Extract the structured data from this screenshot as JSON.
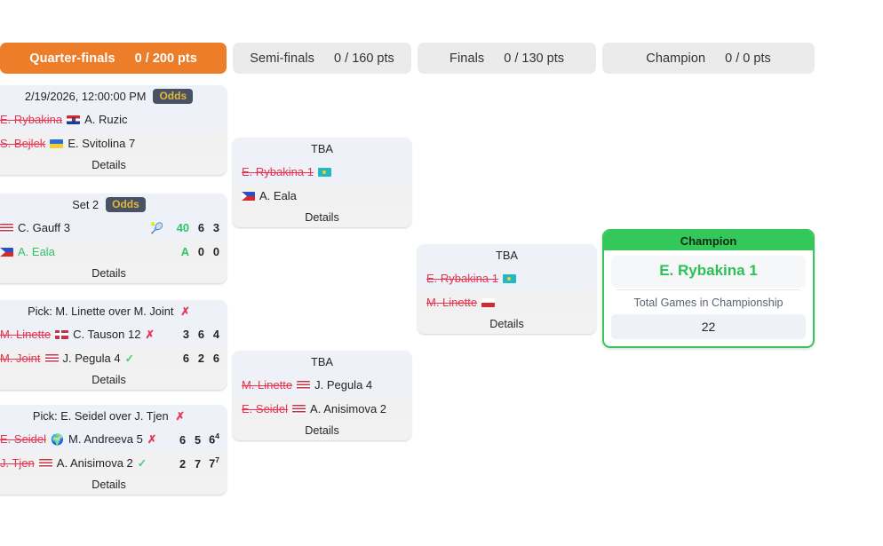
{
  "rounds": [
    {
      "name": "Quarter-finals",
      "points": "0 / 200 pts",
      "active": true
    },
    {
      "name": "Semi-finals",
      "points": "0 / 160 pts",
      "active": false
    },
    {
      "name": "Finals",
      "points": "0 / 130 pts",
      "active": false
    },
    {
      "name": "Champion",
      "points": "0 / 0 pts",
      "active": false
    }
  ],
  "labels": {
    "details": "Details",
    "odds": "Odds",
    "tba": "TBA",
    "correct_mark": "✓",
    "wrong_mark": "✗",
    "serve_icon": "🎾"
  },
  "quarterfinals": [
    {
      "header": {
        "text": "2/19/2026, 12:00:00 PM",
        "odds": "Odds",
        "mark": ""
      },
      "rows": [
        {
          "loser": "E. Rybakina",
          "flag": "hr",
          "name": "A. Ruzic",
          "mark": "",
          "scores": []
        },
        {
          "loser": "S. Bejlek",
          "flag": "ua",
          "name": "E. Svitolina 7",
          "mark": "",
          "scores": []
        }
      ],
      "details": "Details"
    },
    {
      "header": {
        "text": "Set 2",
        "odds": "Odds",
        "mark": ""
      },
      "rows": [
        {
          "loser": "",
          "flag": "us",
          "name": "C. Gauff 3",
          "mark": "",
          "serving": true,
          "point": "40",
          "scores": [
            "6",
            "3"
          ]
        },
        {
          "loser": "",
          "flag": "ph",
          "name": "A. Eala",
          "mark": "",
          "green_name": true,
          "point": "A",
          "scores": [
            "0",
            "0"
          ]
        }
      ],
      "details": "Details"
    },
    {
      "header": {
        "text": "Pick: M. Linette over M. Joint",
        "odds": "",
        "mark": "✗"
      },
      "rows": [
        {
          "loser": "M. Linette",
          "flag": "dk",
          "name": "C. Tauson 12",
          "mark": "✗",
          "scores": [
            "3",
            "6",
            "4"
          ]
        },
        {
          "loser": "M. Joint",
          "flag": "us",
          "name": "J. Pegula 4",
          "mark": "✓",
          "scores": [
            "6",
            "2",
            "6"
          ]
        }
      ],
      "details": "Details"
    },
    {
      "header": {
        "text": "Pick: E. Seidel over J. Tjen",
        "odds": "",
        "mark": "✗"
      },
      "rows": [
        {
          "loser": "E. Seidel",
          "flag": "globe",
          "name": "M. Andreeva 5",
          "mark": "✗",
          "scores": [
            "6",
            "5",
            "6"
          ],
          "tiebreaks": [
            "",
            "",
            "4"
          ]
        },
        {
          "loser": "J. Tjen",
          "flag": "us",
          "name": "A. Anisimova 2",
          "mark": "✓",
          "scores": [
            "2",
            "7",
            "7"
          ],
          "tiebreaks": [
            "",
            "",
            "7"
          ]
        }
      ],
      "details": "Details"
    }
  ],
  "semifinals": [
    {
      "header": {
        "text": "TBA",
        "odds": "",
        "mark": ""
      },
      "rows": [
        {
          "loser": "E. Rybakina 1",
          "flag": "kz",
          "name": "",
          "mark": "",
          "scores": []
        },
        {
          "loser": "",
          "flag": "ph",
          "name": "A. Eala",
          "mark": "",
          "scores": []
        }
      ],
      "details": "Details"
    },
    {
      "header": {
        "text": "TBA",
        "odds": "",
        "mark": ""
      },
      "rows": [
        {
          "loser": "M. Linette",
          "flag": "us",
          "name": "J. Pegula 4",
          "mark": "",
          "scores": []
        },
        {
          "loser": "E. Seidel",
          "flag": "us",
          "name": "A. Anisimova 2",
          "mark": "",
          "scores": []
        }
      ],
      "details": "Details"
    }
  ],
  "finals": [
    {
      "header": {
        "text": "TBA",
        "odds": "",
        "mark": ""
      },
      "rows": [
        {
          "loser": "E. Rybakina 1",
          "flag": "kz",
          "name": "",
          "mark": "",
          "scores": []
        },
        {
          "loser": "M. Linette",
          "flag": "pl",
          "name": "",
          "mark": "",
          "scores": []
        }
      ],
      "details": "Details"
    }
  ],
  "champion": {
    "title": "Champion",
    "name": "E. Rybakina 1",
    "stat_label": "Total Games in Championship",
    "stat_value": "22"
  },
  "colors": {
    "accent_active": "#ed7d28",
    "loser_red": "#e8344e",
    "success_green": "#34c759",
    "badge_bg": "#495262",
    "badge_text": "#e3b73b"
  }
}
